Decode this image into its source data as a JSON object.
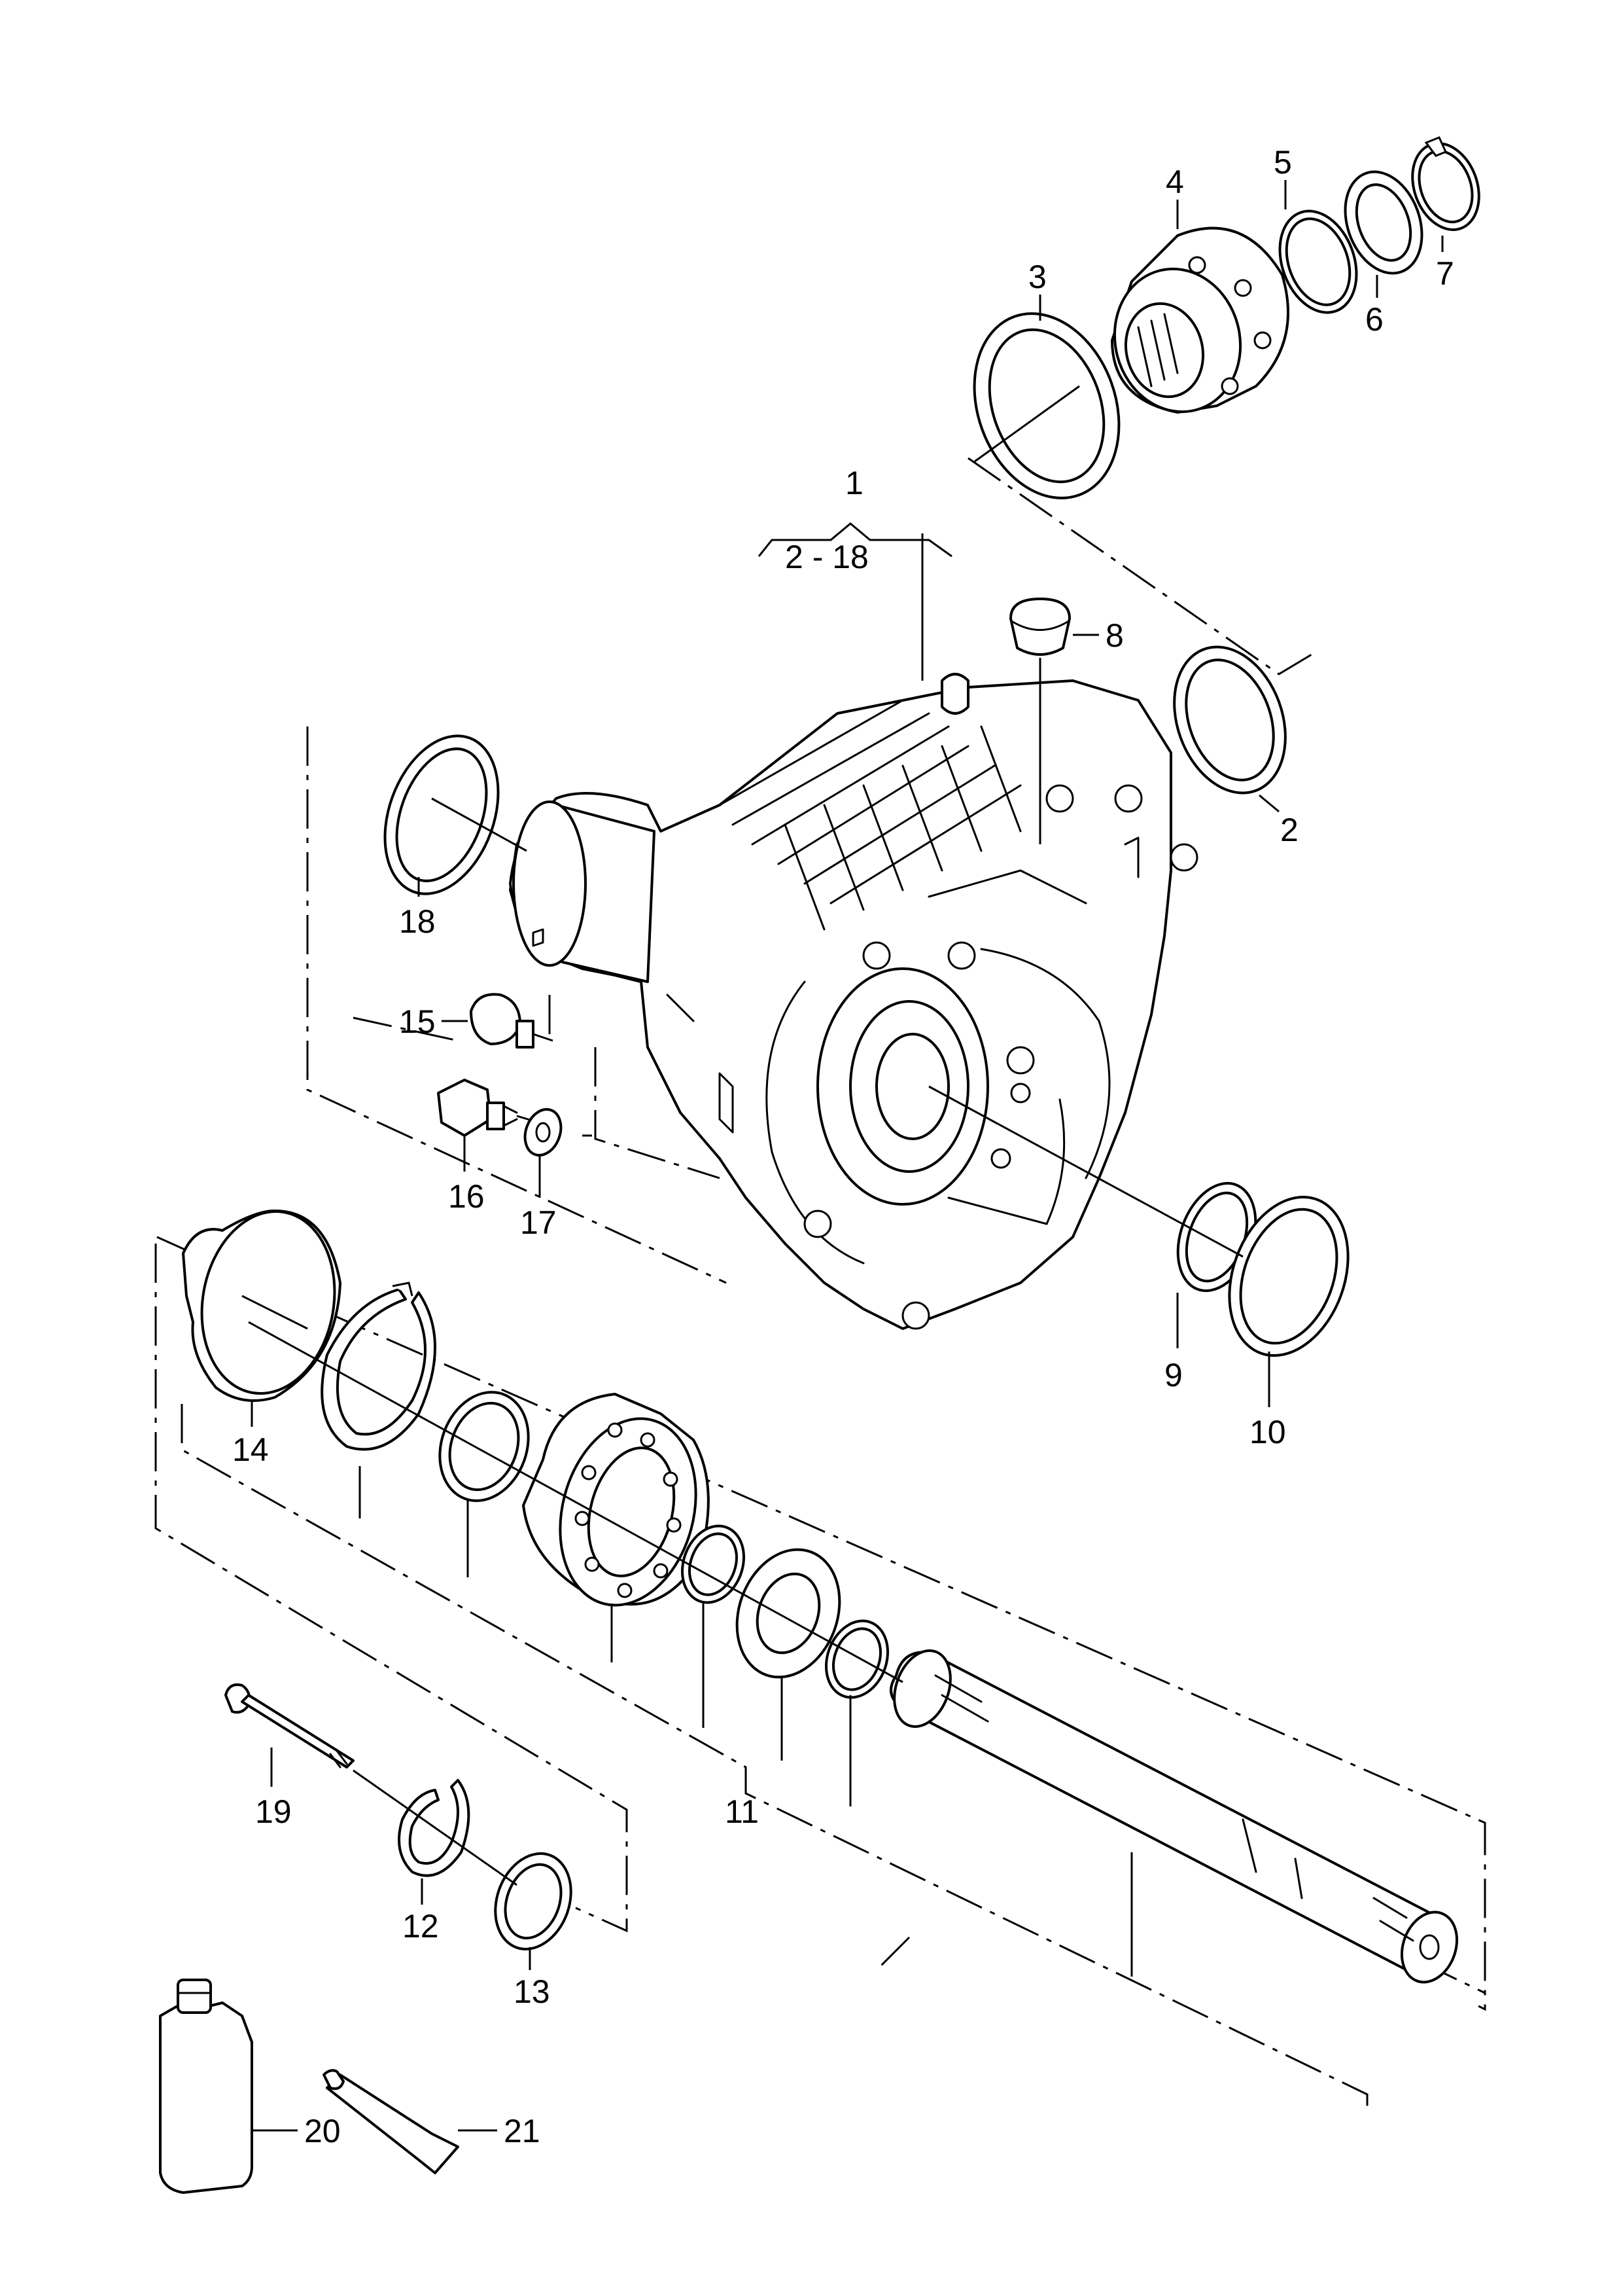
{
  "callouts": {
    "c1": "1",
    "c1_range": "2 - 18",
    "c2": "2",
    "c3": "3",
    "c4": "4",
    "c5": "5",
    "c6": "6",
    "c7": "7",
    "c8": "8",
    "c9": "9",
    "c10": "10",
    "c11": "11",
    "c12": "12",
    "c13": "13",
    "c14": "14",
    "c15": "15",
    "c16": "16",
    "c17": "17",
    "c18": "18",
    "c19": "19",
    "c20": "20",
    "c21": "21"
  }
}
